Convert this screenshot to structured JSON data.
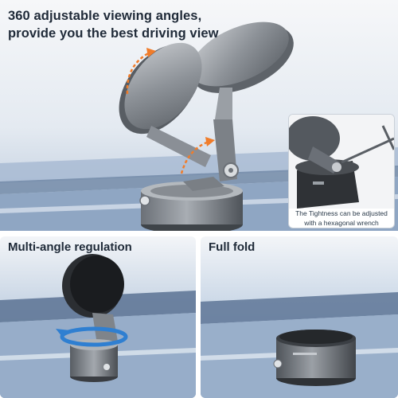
{
  "top_panel": {
    "headline_line1": "360 adjustable viewing angles,",
    "headline_line2": "provide you the best driving view",
    "inset_caption_line1": "The Tightness can be adjusted",
    "inset_caption_line2": "with a hexagonal wrench"
  },
  "bottom_left": {
    "title": "Multi-angle regulation"
  },
  "bottom_right": {
    "title": "Full fold"
  },
  "colors": {
    "sky_light": "#f4f6f8",
    "sky_blue": "#a9bfd9",
    "dash_dark": "#5a6e86",
    "metal": "#8a8f96",
    "metal_dark": "#3a3d42",
    "arrow_orange": "#f07c2a",
    "arrow_blue": "#2f7fd1"
  }
}
